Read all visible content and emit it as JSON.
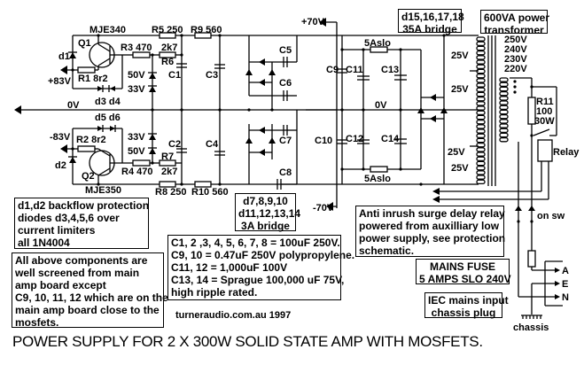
{
  "title": "POWER SUPPLY FOR 2 X 300W SOLID STATE AMP WITH MOSFETS.",
  "credit": "turneraudio.com.au  1997",
  "rails": {
    "plus83": "+83V",
    "minus83": "-83V",
    "zero": "0V",
    "zero_main": "0V",
    "plus70": "+70V",
    "minus70": "-70V"
  },
  "transistors": {
    "q1": {
      "ref": "Q1",
      "part": "MJE340"
    },
    "q2": {
      "ref": "Q2",
      "part": "MJE350"
    }
  },
  "resistors": {
    "r1": "R1  8r2",
    "r2": "R2 8r2",
    "r3": "R3 470",
    "r4": "R4 470",
    "r5": "R5 250",
    "r6_ref": "R6",
    "r6_val": "2k7",
    "r7_ref": "R7",
    "r7_val": "2k7",
    "r8": "R8 250",
    "r9": "R9 560",
    "r10": "R10 560",
    "r11": [
      "R11",
      "100",
      "30W"
    ]
  },
  "zeners": {
    "z50": "50V",
    "z33": "33V"
  },
  "diodes": {
    "d1": "d1",
    "d2": "d2",
    "d3d4": "d3 d4",
    "d5d6": "d5 d6"
  },
  "capacitors": [
    "C1",
    "C2",
    "C3",
    "C4",
    "C5",
    "C6",
    "C7",
    "C8",
    "C9",
    "C10",
    "C11",
    "C12",
    "C13",
    "C14"
  ],
  "fuses": {
    "top": "5Aslo",
    "bottom": "5Aslo"
  },
  "transformer": {
    "secondaries": [
      "25V",
      "25V",
      "25V",
      "25V"
    ],
    "taps": [
      "250V",
      "240V",
      "230V",
      "220V"
    ]
  },
  "relay_label": "Relay",
  "switch_label": "on sw",
  "mains_pins": [
    "A",
    "E",
    "N"
  ],
  "chassis_label": "chassis",
  "boxes": {
    "bridge_main": [
      "d15,16,17,18",
      "35A bridge"
    ],
    "transformer": [
      "600VA power",
      "transformer"
    ],
    "bridge_aux": [
      "d7,8,9,10",
      "d11,12,13,14",
      "3A bridge"
    ],
    "backflow": [
      "d1,d2 backflow protection",
      "diodes d3,4,5,6 over",
      "current limiters",
      "all 1N4004"
    ],
    "screening": [
      "All above components are",
      "well screened from main",
      "amp board except",
      "C9, 10, 11, 12 which are on the",
      "main amp board close to the",
      "mosfets."
    ],
    "cap_values": [
      "C1, 2 ,3, 4, 5, 6, 7, 8 = 100uF 250V.",
      "C9, 10 = 0.47uF 250V polypropylene.",
      "C11, 12 = 1,000uF  100V",
      "C13, 14 = Sprague 100,000 uF 75V,",
      "high ripple rated."
    ],
    "inrush": [
      "Anti inrush surge delay relay",
      "powered from auxilliary low",
      "power supply, see protection",
      "schematic."
    ],
    "mains_fuse": [
      "MAINS FUSE",
      "5 AMPS SLO  240V"
    ],
    "iec": [
      "IEC mains input",
      "chassis plug"
    ]
  }
}
